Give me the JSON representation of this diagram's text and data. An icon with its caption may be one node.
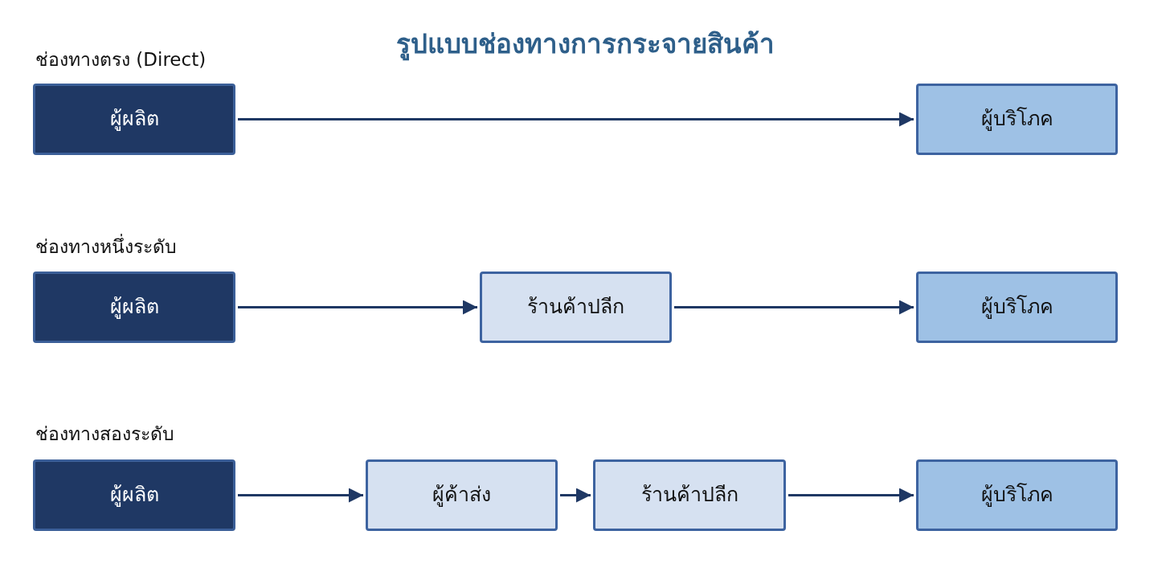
{
  "diagram": {
    "title": "รูปแบบช่องทางการกระจายสินค้า",
    "nodes": [
      {
        "text": [
          "ผู้ผลิต"
        ]
      },
      {
        "text": [
          "ผู้บริโภค"
        ]
      },
      {
        "text": [
          "ผู้ผลิต"
        ]
      },
      {
        "text": [
          "ร้านค้าปลีก"
        ]
      },
      {
        "text": [
          "ผู้บริโภค"
        ]
      },
      {
        "text": [
          "ผู้ผลิต"
        ]
      },
      {
        "text": [
          "ผู้ค้าส่ง"
        ]
      },
      {
        "text": [
          "ร้านค้าปลีก"
        ]
      },
      {
        "text": [
          "ผู้บริโภค"
        ]
      }
    ],
    "edges": [
      {
        "from": 0,
        "to": 1,
        "arrow": "to"
      },
      {
        "from": 2,
        "to": 3,
        "arrow": "to"
      },
      {
        "from": 3,
        "to": 4,
        "arrow": "to"
      },
      {
        "from": 5,
        "to": 6,
        "arrow": "to"
      },
      {
        "from": 6,
        "to": 7,
        "arrow": "to"
      },
      {
        "from": 7,
        "to": 8,
        "arrow": "to"
      }
    ],
    "labels": [
      "ช่องทางตรง (Direct)",
      "ช่องทางหนึ่งระดับ",
      "ช่องทางสองระดับ"
    ]
  }
}
